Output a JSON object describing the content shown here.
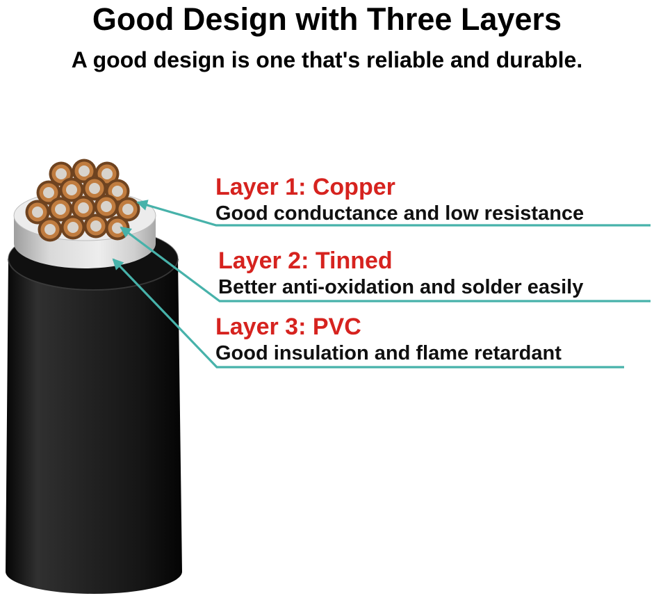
{
  "page": {
    "title": "Good Design with Three Layers",
    "subtitle": "A good design is one that's reliable and durable."
  },
  "layers": [
    {
      "heading": "Layer 1: Copper",
      "description": "Good conductance and low resistance"
    },
    {
      "heading": "Layer 2: Tinned",
      "description": "Better anti-oxidation and solder easily"
    },
    {
      "heading": "Layer 3: PVC",
      "description": "Good insulation and flame retardant"
    }
  ],
  "colors": {
    "heading_red": "#d6231f",
    "body_text": "#101010",
    "leader_teal": "#47b2aa",
    "copper": "#c07c3f",
    "copper_ring": "#6e4320",
    "tinned_center": "#d8d3cc",
    "insulation_gray": "#d9d9d9",
    "pvc_black": "#161616"
  }
}
